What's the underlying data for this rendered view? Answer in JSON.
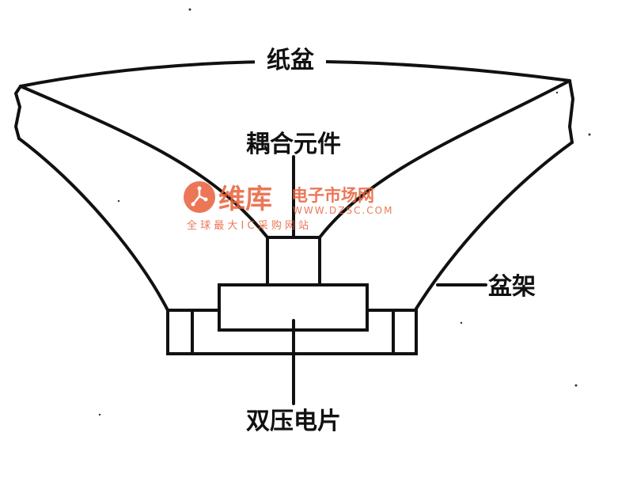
{
  "labels": {
    "cone": "纸盆",
    "coupling": "耦合元件",
    "frame": "盆架",
    "piezo": "双压电片"
  },
  "watermark": {
    "brand": "维库",
    "market": "电子市场网",
    "url": "WWW.DZSC.COM",
    "slogan": "全 球 最 大 I C 采 购 网 站",
    "color": "#e8603a"
  },
  "colors": {
    "stroke": "#111111",
    "background": "#ffffff"
  }
}
